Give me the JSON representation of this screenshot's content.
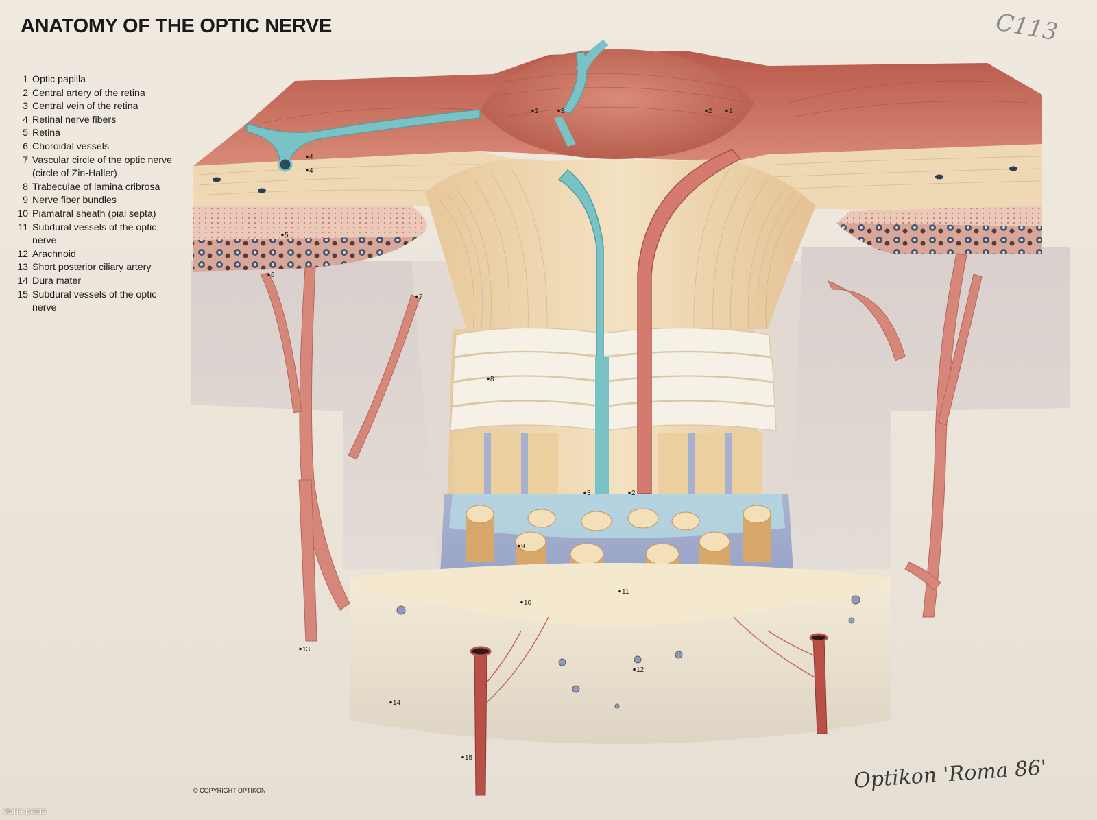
{
  "title": "ANATOMY OF THE OPTIC NERVE",
  "legend": [
    {
      "num": "1",
      "text": "Optic papilla"
    },
    {
      "num": "2",
      "text": "Central artery of the retina"
    },
    {
      "num": "3",
      "text": "Central vein of the retina"
    },
    {
      "num": "4",
      "text": "Retinal nerve fibers"
    },
    {
      "num": "5",
      "text": "Retina"
    },
    {
      "num": "6",
      "text": "Choroidal vessels"
    },
    {
      "num": "7",
      "text": "Vascular circle of the optic nerve (circle of Zin-Haller)"
    },
    {
      "num": "8",
      "text": "Trabeculae of lamina cribrosa"
    },
    {
      "num": "9",
      "text": "Nerve fiber bundles"
    },
    {
      "num": "10",
      "text": "Piamatral sheath (pial septa)"
    },
    {
      "num": "11",
      "text": "Subdural vessels of the optic nerve"
    },
    {
      "num": "12",
      "text": "Arachnoid"
    },
    {
      "num": "13",
      "text": "Short posterior ciliary artery"
    },
    {
      "num": "14",
      "text": "Dura mater"
    },
    {
      "num": "15",
      "text": "Subdural vessels of the optic nerve"
    }
  ],
  "callouts": [
    "1",
    "3",
    "2",
    "1",
    "4",
    "4",
    "5",
    "6",
    "7",
    "8",
    "3",
    "2",
    "9",
    "10",
    "11",
    "12",
    "13",
    "14",
    "15"
  ],
  "copyright": "© COPYRIGHT  OPTIKON",
  "watermark": "storia-patria",
  "handwriting": "Optikon 'Roma 86'",
  "corner_mark": "C113",
  "colors": {
    "muscle": "#c8786a",
    "vein": "#6fbcc0",
    "artery": "#c9706a",
    "fiber": "#efd9b2",
    "sheath": "#9aa6c6",
    "dura": "#f1e6cf",
    "background": "#ece6dc"
  }
}
